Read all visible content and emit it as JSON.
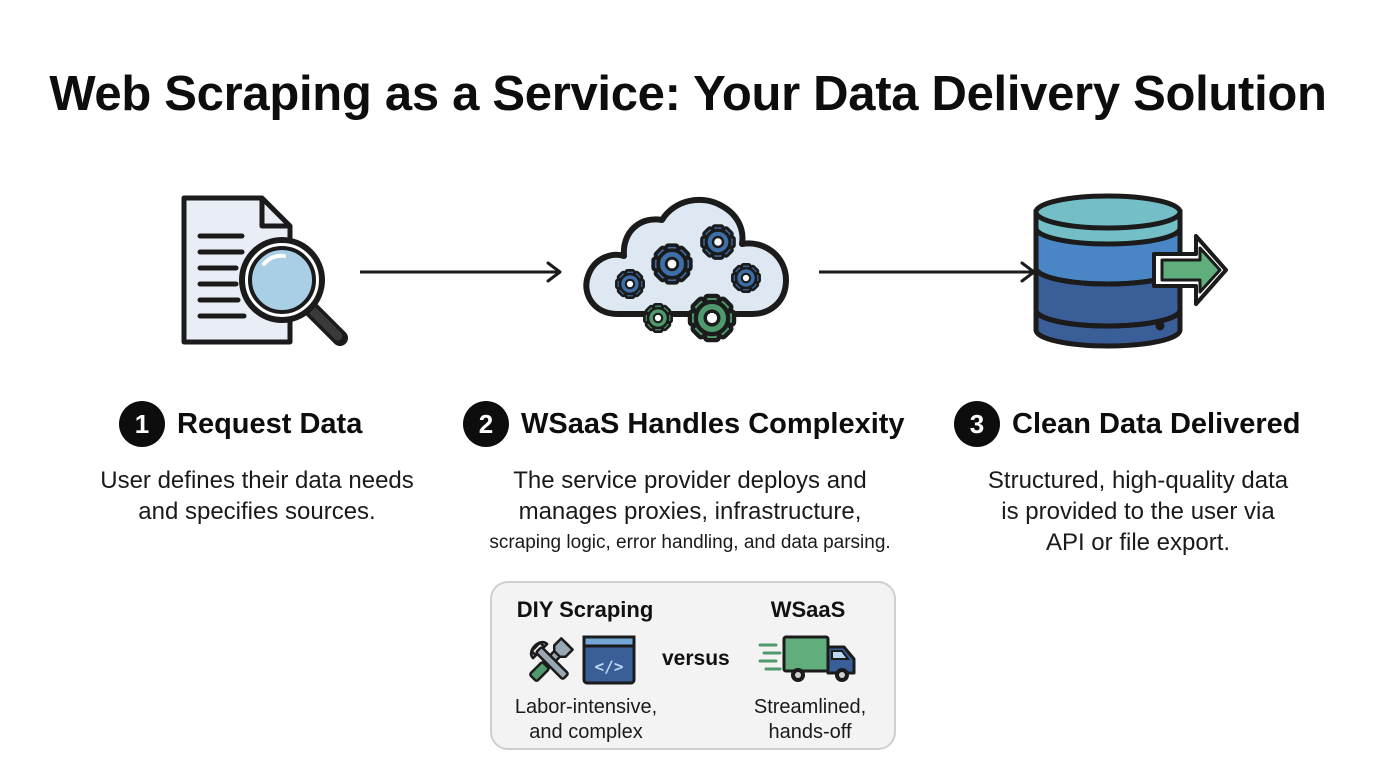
{
  "title": "Web Scraping as a Service: Your Data Delivery Solution",
  "steps": [
    {
      "number": "1",
      "title": "Request Data",
      "description_lines": [
        "User defines their data needs",
        "and specifies sources."
      ],
      "icon": "document-search-icon"
    },
    {
      "number": "2",
      "title": "WSaaS Handles Complexity",
      "description_lines": [
        "The service provider deploys and",
        "manages proxies, infrastructure,",
        "scraping logic, error handling, and data parsing."
      ],
      "icon": "cloud-gears-icon"
    },
    {
      "number": "3",
      "title": "Clean Data Delivered",
      "description_lines": [
        "Structured, high-quality data",
        "is provided to the user via",
        "API or file export."
      ],
      "icon": "database-export-icon"
    }
  ],
  "comparison": {
    "left": {
      "title": "DIY Scraping",
      "description_lines": [
        "Labor-intensive,",
        "and complex"
      ],
      "icons": [
        "tools-icon",
        "code-window-icon"
      ]
    },
    "versus": "versus",
    "right": {
      "title": "WSaaS",
      "description_lines": [
        "Streamlined,",
        "hands-off"
      ],
      "icons": [
        "delivery-truck-icon"
      ]
    }
  },
  "colors": {
    "cloud_fill": "#dde8f3",
    "gear_blue": "#3e6fa8",
    "gear_green": "#4f9a6c",
    "db_top": "#74bfc7",
    "db_mid": "#4a86c6",
    "db_bottom": "#3a5e98",
    "arrow_green": "#5fae7c",
    "document_fill": "#e9eef6",
    "lens_fill": "#a9cfe6"
  }
}
